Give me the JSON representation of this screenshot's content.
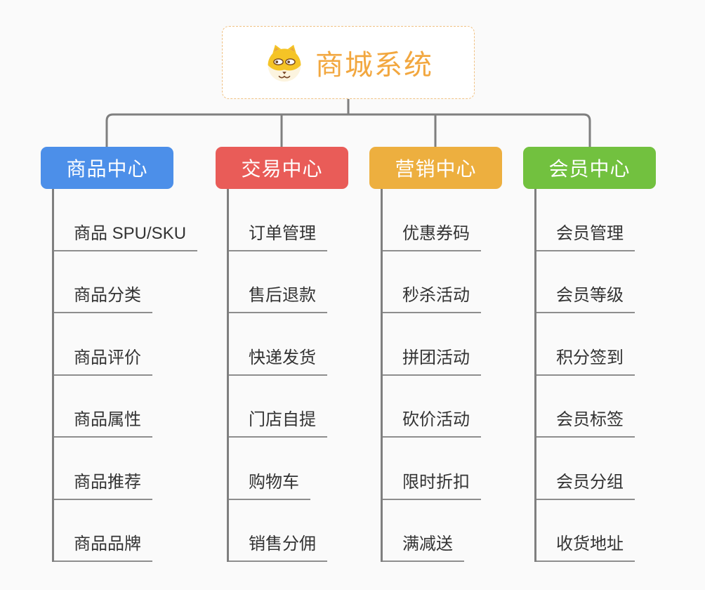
{
  "root": {
    "title": "商城系统",
    "icon": "dog-icon",
    "title_color": "#F2A73F",
    "border_color": "#F0C183"
  },
  "colors": {
    "background": "#FAFAFA",
    "connector": "#7F7F7F",
    "underline": "#8E8E8E",
    "topic_text": "#333333",
    "branch_blue": "#4C8FE9",
    "branch_red": "#E95C58",
    "branch_orange": "#EDAF3F",
    "branch_green": "#72C13F"
  },
  "branches": [
    {
      "label": "商品中心",
      "color": "#4C8FE9",
      "items": [
        "商品 SPU/SKU",
        "商品分类",
        "商品评价",
        "商品属性",
        "商品推荐",
        "商品品牌"
      ]
    },
    {
      "label": "交易中心",
      "color": "#E95C58",
      "items": [
        "订单管理",
        "售后退款",
        "快递发货",
        "门店自提",
        "购物车",
        "销售分佣"
      ]
    },
    {
      "label": "营销中心",
      "color": "#EDAF3F",
      "items": [
        "优惠券码",
        "秒杀活动",
        "拼团活动",
        "砍价活动",
        "限时折扣",
        "满减送"
      ]
    },
    {
      "label": "会员中心",
      "color": "#72C13F",
      "items": [
        "会员管理",
        "会员等级",
        "积分签到",
        "会员标签",
        "会员分组",
        "收货地址"
      ]
    }
  ]
}
